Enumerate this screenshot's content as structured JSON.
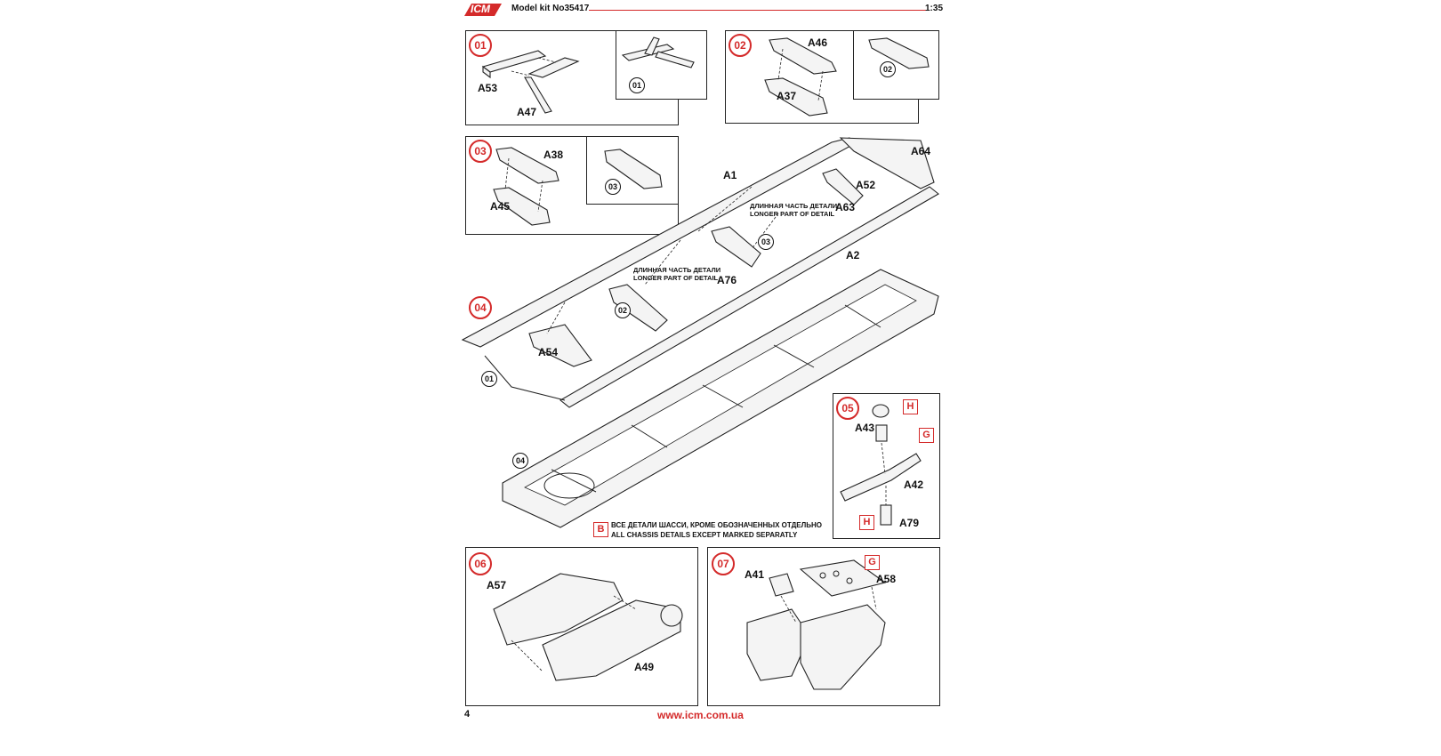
{
  "header": {
    "brand": "ICM",
    "kit_label": "Model kit No35417",
    "scale": "1:35",
    "accent_color": "#d42a2a"
  },
  "steps": [
    {
      "number": "01",
      "parts": [
        "A53",
        "A47"
      ],
      "result": "01"
    },
    {
      "number": "02",
      "parts": [
        "A46",
        "A37"
      ],
      "result": "02"
    },
    {
      "number": "03",
      "parts": [
        "A38",
        "A45"
      ],
      "result": "03"
    },
    {
      "number": "04",
      "parts": [
        "A1",
        "A64",
        "A52",
        "A63",
        "A2",
        "A76",
        "A54"
      ]
    },
    {
      "number": "05",
      "parts": [
        "A43",
        "A42",
        "A79"
      ],
      "paints": [
        "H",
        "G",
        "H"
      ]
    },
    {
      "number": "06",
      "parts": [
        "A57",
        "A49"
      ]
    },
    {
      "number": "07",
      "parts": [
        "A41",
        "A58"
      ],
      "paints": [
        "G"
      ]
    }
  ],
  "notes": {
    "longer_ru": "ДЛИННАЯ ЧАСТЬ ДЕТАЛИ",
    "longer_en": "LONGER PART OF DETAIL"
  },
  "refs": {
    "r01": "01",
    "r02": "02",
    "r03": "03",
    "r04": "04"
  },
  "paint_note": {
    "code": "B",
    "ru": "ВСЕ ДЕТАЛИ ШАССИ, КРОМЕ ОБОЗНАЧЕННЫХ ОТДЕЛЬНО",
    "en": "ALL CHASSIS DETAILS EXCEPT MARKED SEPARATLY"
  },
  "footer": {
    "page_number": "4",
    "website": "www.icm.com.ua"
  }
}
